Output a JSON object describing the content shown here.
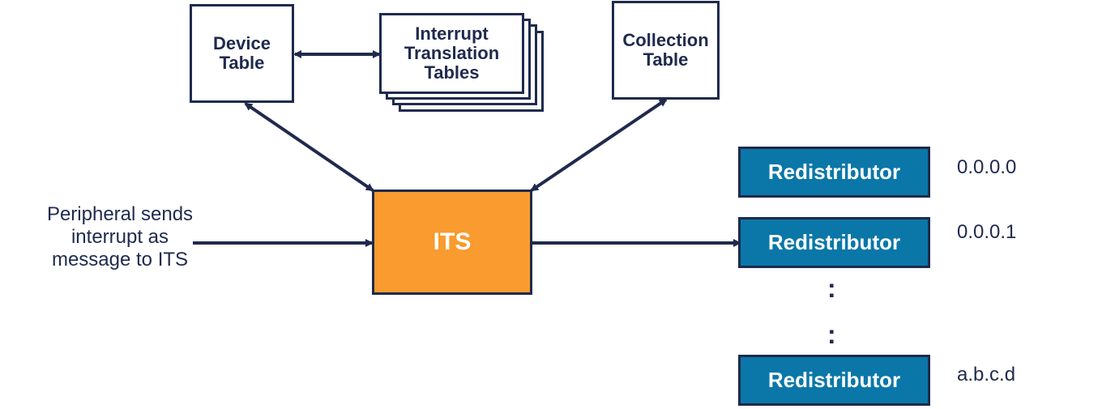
{
  "diagram": {
    "device_table": "Device\nTable",
    "itt": "Interrupt\nTranslation\nTables",
    "collection_table": "Collection\nTable",
    "its": "ITS",
    "peripheral": "Peripheral sends\ninterrupt as\nmessage to ITS",
    "redistributors": [
      {
        "label": "Redistributor",
        "address": "0.0.0.0"
      },
      {
        "label": "Redistributor",
        "address": "0.0.0.1"
      },
      {
        "label": "Redistributor",
        "address": "a.b.c.d"
      }
    ],
    "ellipsis": [
      ":",
      ":"
    ]
  },
  "colors": {
    "navy": "#1f2a4d",
    "its_orange": "#f99b2e",
    "redistributor_blue": "#0a77a8"
  }
}
